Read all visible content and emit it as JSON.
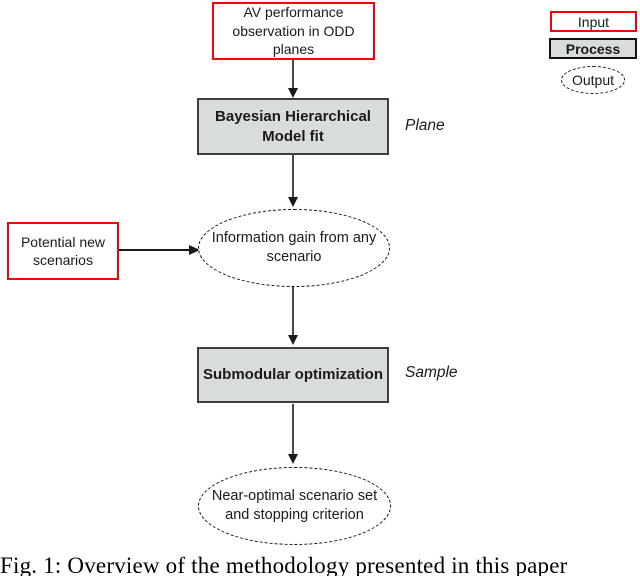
{
  "diagram": {
    "nodes": {
      "av_input": {
        "label": "AV performance observation in ODD planes",
        "type": "input"
      },
      "bhm_process": {
        "label": "Bayesian Hierarchical Model fit",
        "side_label": "Plane",
        "type": "process"
      },
      "info_gain_output": {
        "label": "Information gain from any scenario",
        "type": "output"
      },
      "potential_input": {
        "label": "Potential new scenarios",
        "type": "input"
      },
      "submodular_process": {
        "label": "Submodular optimization",
        "side_label": "Sample",
        "type": "process"
      },
      "near_optimal_output": {
        "label": "Near-optimal scenario set and stopping criterion",
        "type": "output"
      }
    },
    "legend": {
      "input_label": "Input",
      "process_label": "Process",
      "output_label": "Output"
    }
  },
  "caption": "Fig. 1: Overview of the methodology presented in this paper",
  "colors": {
    "input_border": "#f90008",
    "process_fill": "#d8dcdc",
    "process_border": "#3c3f3f",
    "outline_and_arrows": "#1a1a1a",
    "background": "#ffffff"
  }
}
